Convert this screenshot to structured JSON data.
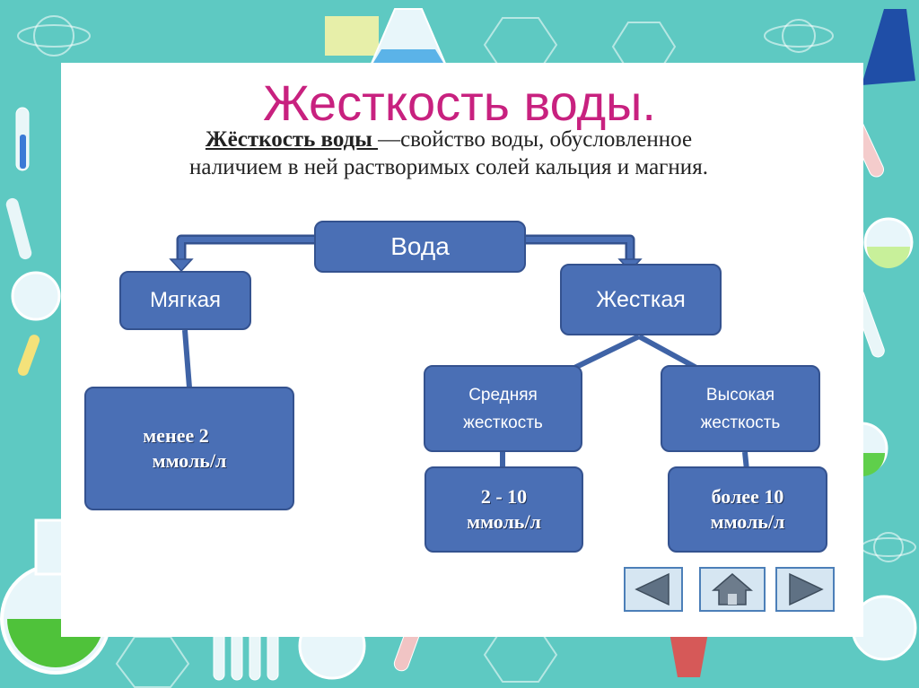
{
  "title": "Жесткость воды.",
  "definition": {
    "term": "Жёсткость воды ",
    "text_line1": "—свойство воды, обусловленное",
    "text_line2": "наличием в ней растворимых солей кальция и магния."
  },
  "diagram": {
    "root": "Вода",
    "soft": "Мягкая",
    "hard": "Жесткая",
    "soft_value": [
      "менее 2",
      "ммоль/л"
    ],
    "medium": [
      "Средняя",
      "жесткость"
    ],
    "high": [
      "Высокая",
      "жесткость"
    ],
    "medium_value": [
      "2 - 10",
      "ммоль/л"
    ],
    "high_value": [
      "более 10",
      "ммоль/л"
    ]
  },
  "navigation": {
    "prev_icon": "triangle-left-icon",
    "home_icon": "home-icon",
    "next_icon": "triangle-right-icon"
  },
  "colors": {
    "title": "#c8217f",
    "node_fill": "#4a6fb5",
    "background": "#5ec9c2"
  }
}
